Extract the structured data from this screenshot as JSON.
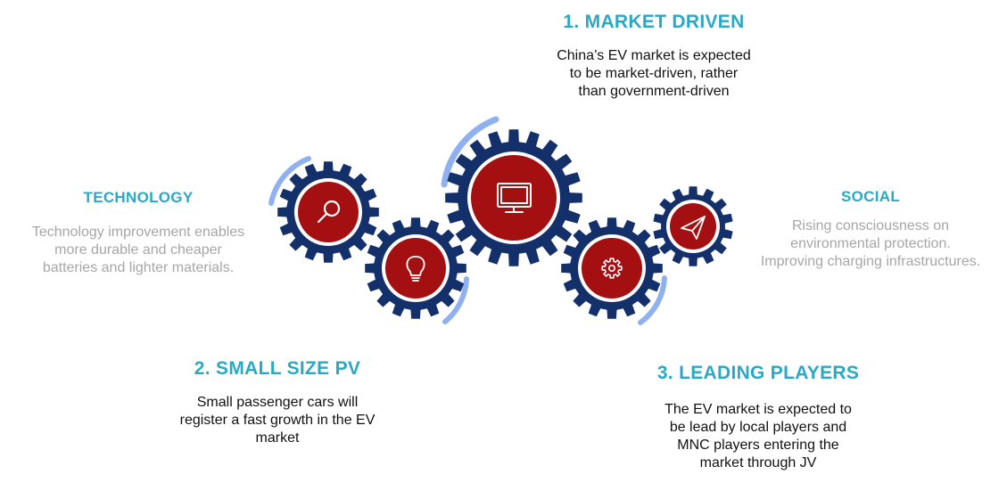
{
  "colors": {
    "accent": "#2aa8c4",
    "gear": "#13306a",
    "gear_center": "#a40f12",
    "arc": "#8fb1ef",
    "light_text": "#a6a6a6",
    "dark_text": "#111111"
  },
  "market_driven": {
    "title": "1. MARKET DRIVEN",
    "lines": [
      "China’s EV market is expected",
      "to be market-driven, rather",
      "than government-driven"
    ]
  },
  "small_size_pv": {
    "title": "2. SMALL SIZE PV",
    "lines": [
      "Small passenger cars will",
      "register a fast growth in the EV",
      "market"
    ]
  },
  "leading_players": {
    "title": "3. LEADING PLAYERS",
    "lines": [
      "The EV market is expected to",
      "be lead by local players and",
      "MNC players entering the",
      "market through JV"
    ]
  },
  "technology": {
    "title": "TECHNOLOGY",
    "lines": [
      "Technology improvement enables",
      "more durable and cheaper",
      "batteries and lighter materials."
    ]
  },
  "social": {
    "title": "SOCIAL",
    "lines": [
      "Rising consciousness on",
      "environmental protection.",
      "Improving charging infrastructures."
    ]
  },
  "gears": [
    {
      "id": "technology",
      "icon": "magnifier-icon"
    },
    {
      "id": "small-size-pv",
      "icon": "lightbulb-icon"
    },
    {
      "id": "market-driven",
      "icon": "monitor-icon"
    },
    {
      "id": "leading-players",
      "icon": "gear-icon"
    },
    {
      "id": "social",
      "icon": "paper-plane-icon"
    }
  ]
}
